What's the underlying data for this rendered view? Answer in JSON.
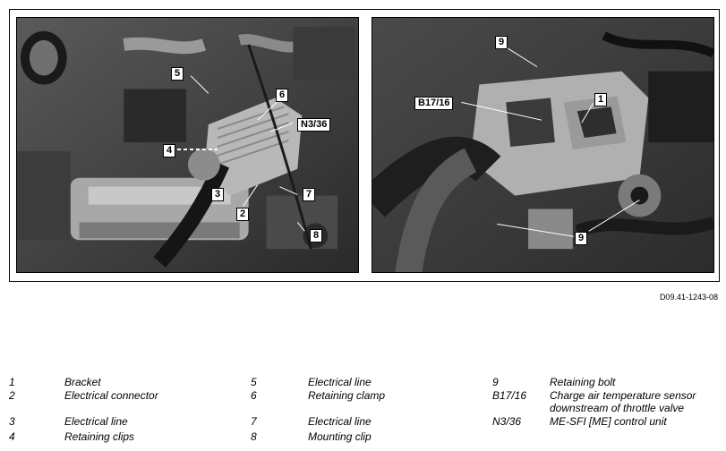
{
  "figure": {
    "left_photo": {
      "callouts": [
        "5",
        "6",
        "N3/36",
        "4",
        "3",
        "2",
        "7",
        "8"
      ]
    },
    "right_photo": {
      "callouts": [
        "9",
        "B17/16",
        "1",
        "9"
      ]
    },
    "reference_code": "D09.41-1243-08"
  },
  "legend": [
    {
      "num": "1",
      "desc": "Bracket"
    },
    {
      "num": "2",
      "desc": "Electrical connector"
    },
    {
      "num": "3",
      "desc": "Electrical line"
    },
    {
      "num": "4",
      "desc": "Retaining clips"
    },
    {
      "num": "5",
      "desc": "Electrical line"
    },
    {
      "num": "6",
      "desc": "Retaining clamp"
    },
    {
      "num": "7",
      "desc": "Electrical line"
    },
    {
      "num": "8",
      "desc": "Mounting clip"
    },
    {
      "num": "9",
      "desc": "Retaining bolt"
    },
    {
      "num": "B17/16",
      "desc": "Charge air temperature sensor downstream of throttle valve"
    },
    {
      "num": "N3/36",
      "desc": "ME-SFI [ME] control unit"
    }
  ]
}
